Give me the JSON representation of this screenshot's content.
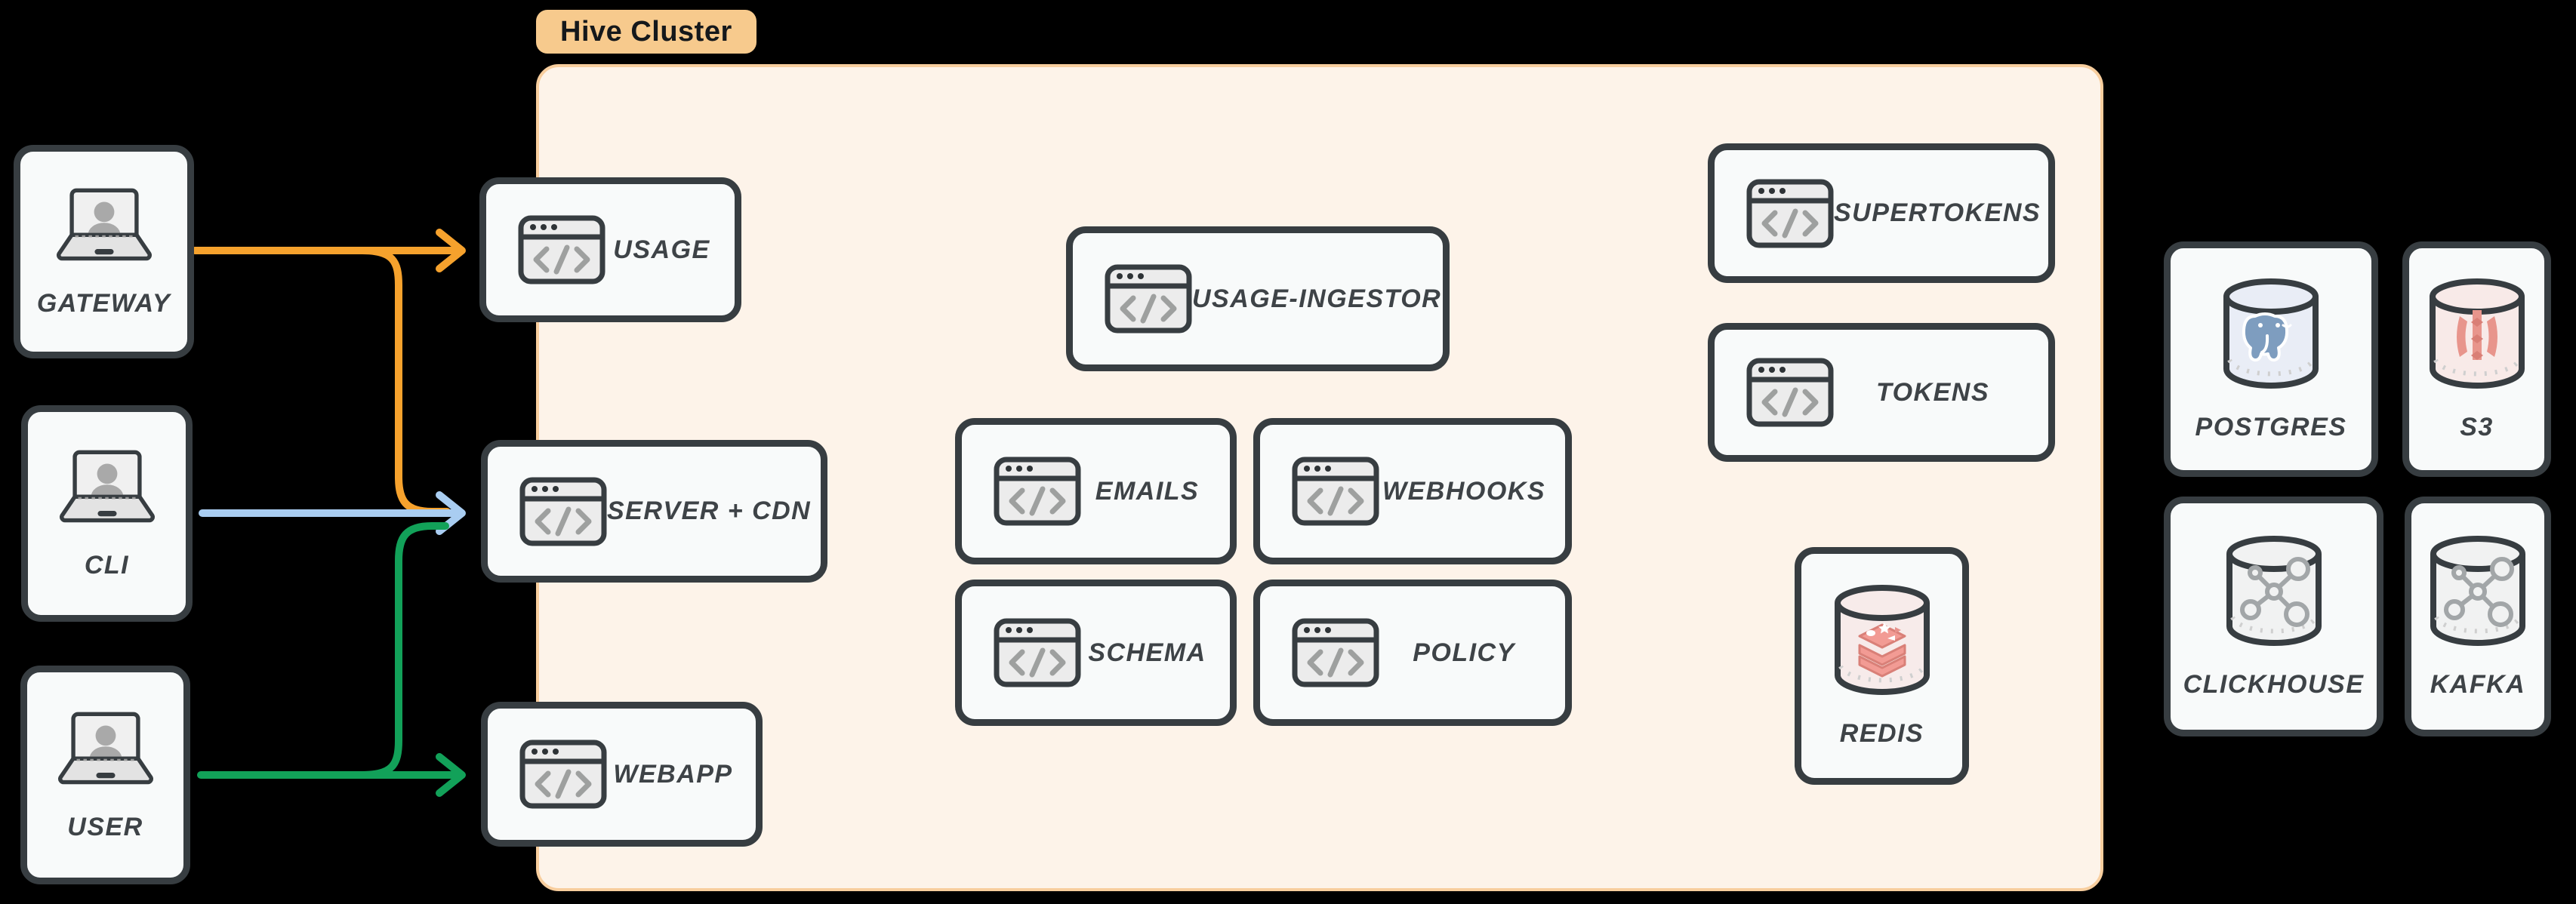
{
  "cluster": {
    "label": "Hive Cluster"
  },
  "nodes": {
    "gateway": {
      "label": "GATEWAY",
      "icon": "laptop-user"
    },
    "cli": {
      "label": "CLI",
      "icon": "laptop-user"
    },
    "user": {
      "label": "USER",
      "icon": "laptop-user"
    },
    "usage": {
      "label": "USAGE",
      "icon": "code-window"
    },
    "server_cdn": {
      "label": "SERVER + CDN",
      "icon": "code-window"
    },
    "webapp": {
      "label": "WEBAPP",
      "icon": "code-window"
    },
    "usage_ingestor": {
      "label": "USAGE-INGESTOR",
      "icon": "code-window"
    },
    "emails": {
      "label": "EMAILS",
      "icon": "code-window"
    },
    "webhooks": {
      "label": "WEBHOOKS",
      "icon": "code-window"
    },
    "schema": {
      "label": "SCHEMA",
      "icon": "code-window"
    },
    "policy": {
      "label": "POLICY",
      "icon": "code-window"
    },
    "supertokens": {
      "label": "SUPERTOKENS",
      "icon": "code-window"
    },
    "tokens": {
      "label": "TOKENS",
      "icon": "code-window"
    },
    "redis": {
      "label": "REDIS",
      "icon": "redis-database"
    },
    "postgres": {
      "label": "POSTGRES",
      "icon": "postgres-database"
    },
    "s3": {
      "label": "S3",
      "icon": "s3-database"
    },
    "clickhouse": {
      "label": "CLICKHOUSE",
      "icon": "graph-database"
    },
    "kafka": {
      "label": "KAFKA",
      "icon": "graph-database"
    }
  },
  "edges": [
    {
      "from": "GATEWAY",
      "to": "USAGE",
      "color": "#F6A22D"
    },
    {
      "from": "GATEWAY",
      "to": "SERVER + CDN",
      "color": "#F6A22D"
    },
    {
      "from": "CLI",
      "to": "SERVER + CDN",
      "color": "#A9CDF1"
    },
    {
      "from": "USER",
      "to": "SERVER + CDN",
      "color": "#12A159"
    },
    {
      "from": "USER",
      "to": "WEBAPP",
      "color": "#12A159"
    }
  ],
  "colors": {
    "background": "#000000",
    "cluster_fill": "#FDF3E9",
    "cluster_border": "#F8CE9E",
    "cluster_pill": "#F7CA8D",
    "card_fill": "#F8FAFA",
    "card_border": "#373D41",
    "label_text": "#3E4347",
    "arrow_orange": "#F6A22D",
    "arrow_blue": "#A9CDF1",
    "arrow_green": "#12A159"
  }
}
